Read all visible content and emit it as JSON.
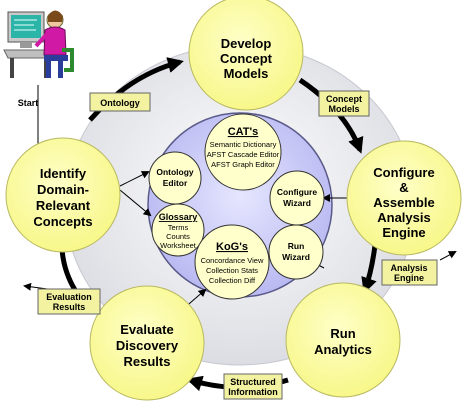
{
  "start_label": "Start",
  "big_nodes": {
    "develop": [
      "Develop",
      "Concept",
      "Models"
    ],
    "configure": [
      "Configure",
      "&",
      "Assemble",
      "Analysis",
      "Engine"
    ],
    "run": [
      "Run",
      "Analytics"
    ],
    "evaluate": [
      "Evaluate",
      "Discovery",
      "Results"
    ],
    "identify": [
      "Identify",
      "Domain-",
      "Relevant",
      "Concepts"
    ]
  },
  "flow_boxes": {
    "ontology": [
      "Ontology"
    ],
    "concept_models": [
      "Concept",
      "Models"
    ],
    "analysis_engine": [
      "Analysis",
      "Engine"
    ],
    "structured_information": [
      "Structured",
      "Information"
    ],
    "evaluation_results": [
      "Evaluation",
      "Results"
    ]
  },
  "inner_nodes": {
    "cats_title": "CAT's",
    "cats_lines": [
      "Semantic Dictionary",
      "AFST Cascade Editor",
      "AFST Graph Editor"
    ],
    "ontology_editor": [
      "Ontology",
      "Editor"
    ],
    "configure_wizard": [
      "Configure",
      "Wizard"
    ],
    "run_wizard": [
      "Run",
      "Wizard"
    ],
    "glossary_title": "Glossary",
    "glossary_lines": [
      "Terms",
      "Counts",
      "Worksheet"
    ],
    "kogs_title": "KoG's",
    "kogs_lines": [
      "Concordance View",
      "Collection Stats",
      "Collection Diff"
    ]
  },
  "colors": {
    "big_circle_fill": "#ffff99",
    "inner_circle_fill": "#ffffcc",
    "ring_fill": "#e7e7ea",
    "hub_fill": "#ccccff",
    "box_fill": "#f2f2a0"
  }
}
